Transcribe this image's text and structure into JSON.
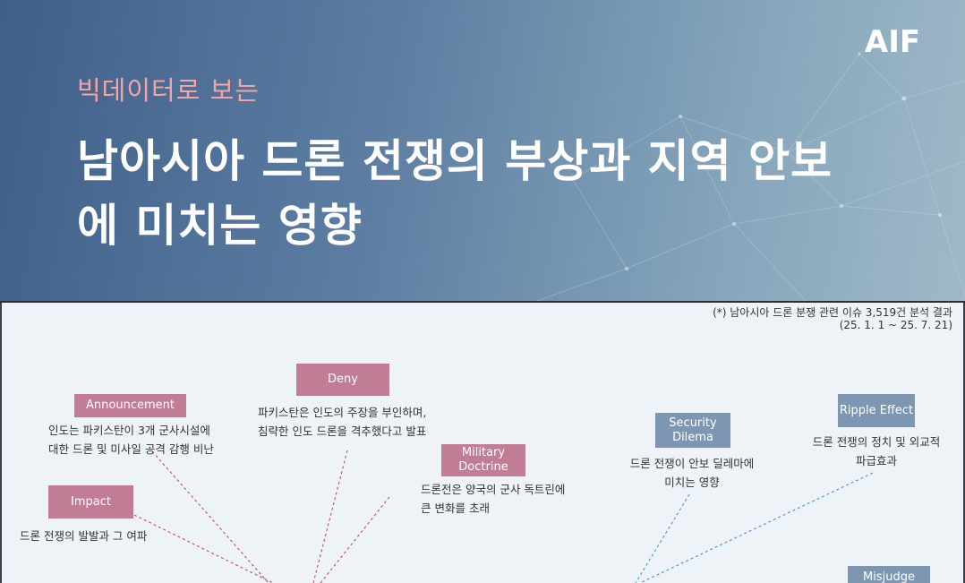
{
  "header": {
    "logo": "AIF",
    "subtitle": "빅데이터로 보는",
    "title_line1": "남아시아 드론 전쟁의 부상과 지역 안보",
    "title_line2": "에 미치는 영향"
  },
  "note": {
    "line1": "(*) 남아시아 드론 분쟁 관련 이슈 3,519건 분석 결과",
    "line2": "(25. 1. 1 ~ 25. 7. 21)"
  },
  "nodes": {
    "announcement": {
      "label": "Announcement",
      "desc1": "인도는 파키스탄이 3개 군사시설에",
      "desc2": "대한 드론 및 미사일 공격 감행 비난"
    },
    "deny": {
      "label": "Deny",
      "desc1": "파키스탄은 인도의 주장을 부인하며,",
      "desc2": "침략한 인도 드론을 격추했다고 발표"
    },
    "military_doctrine": {
      "label1": "Military",
      "label2": "Doctrine",
      "desc1": "드론전은 양국의 군사 독트린에",
      "desc2": "큰 변화를 초래"
    },
    "impact": {
      "label": "Impact",
      "desc1": "드론 전쟁의 발발과 그 여파"
    },
    "security_dilema": {
      "label1": "Security",
      "label2": "Dilema",
      "desc1": "드론 전쟁이 안보 딜레마에",
      "desc2": "미치는 영향"
    },
    "ripple_effect": {
      "label": "Ripple Effect",
      "desc1": "드론 전쟁의 정치 및 외교적",
      "desc2": "파급효과"
    },
    "misjudge": {
      "label": "Misjudge"
    }
  },
  "colors": {
    "pink_tag": "#c27d96",
    "blue_tag": "#7d97b2",
    "pink_line": "#c24a6a",
    "blue_line": "#4f8fcf",
    "subtitle": "#f2a5a5"
  }
}
